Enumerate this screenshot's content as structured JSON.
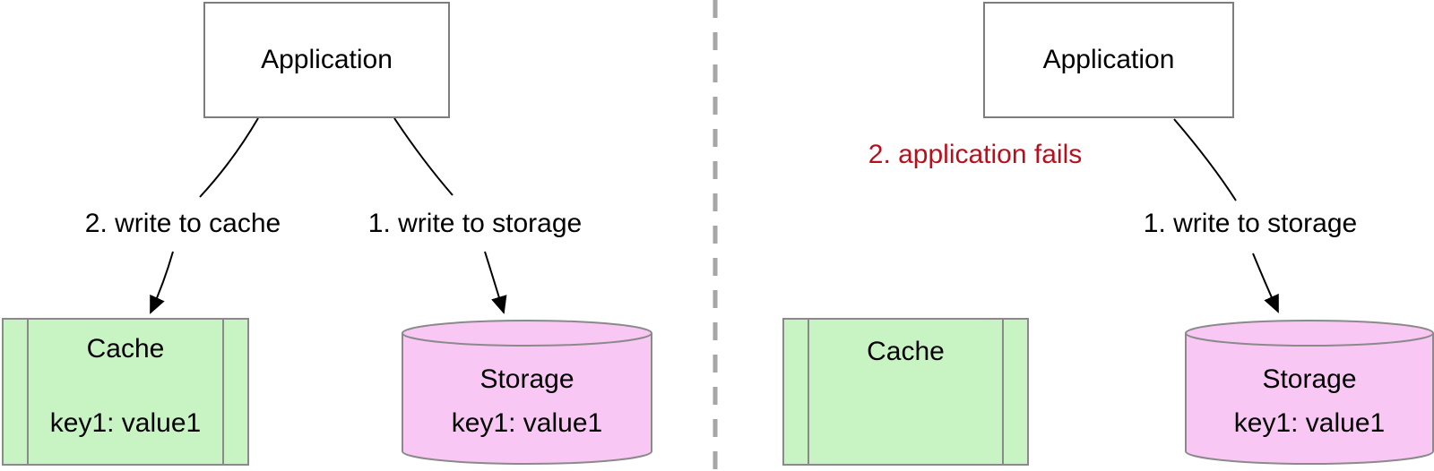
{
  "diagram": {
    "title_hidden": "",
    "left_panel": {
      "application_label": "Application",
      "step1_label": "1. write to storage",
      "step2_label": "2. write to cache",
      "cache": {
        "title": "Cache",
        "entry": "key1: value1"
      },
      "storage": {
        "title": "Storage",
        "entry": "key1: value1"
      }
    },
    "right_panel": {
      "application_label": "Application",
      "step1_label": "1. write to storage",
      "step2_label": "2. application fails",
      "cache": {
        "title": "Cache"
      },
      "storage": {
        "title": "Storage",
        "entry": "key1: value1"
      }
    },
    "colors": {
      "cache_fill": "#c8f4c3",
      "storage_fill": "#f9c7f3",
      "shape_border": "#8a8a8a",
      "box_border": "#7d7d7d",
      "fail_text_red": "#b90f1c",
      "divider_gray": "#a6a6a6",
      "connector_black": "#000000"
    }
  }
}
